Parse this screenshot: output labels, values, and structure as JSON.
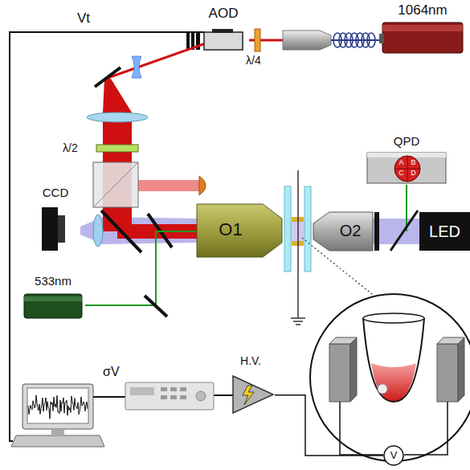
{
  "diagram": {
    "nodes": [
      {
        "text": [
          "AOD"
        ]
      },
      {
        "text": [
          "1064nm"
        ]
      },
      {
        "text": [
          "QPD"
        ]
      },
      {
        "text": [
          "A",
          "B",
          "C",
          "D"
        ],
        "in": 2
      },
      {
        "text": [
          "CCD"
        ]
      },
      {
        "text": [
          "O1"
        ]
      },
      {
        "text": [
          "O2"
        ]
      },
      {
        "text": [
          "LED"
        ]
      },
      {
        "text": [
          "533nm"
        ]
      },
      {
        "text": [
          "H.V."
        ]
      },
      {
        "text": [
          "V"
        ]
      }
    ],
    "edges": [
      {
        "from": 9,
        "to": 10,
        "arrow": "none"
      }
    ],
    "labels": [
      "Vt",
      "λ/4",
      "λ/2",
      "σV"
    ]
  }
}
